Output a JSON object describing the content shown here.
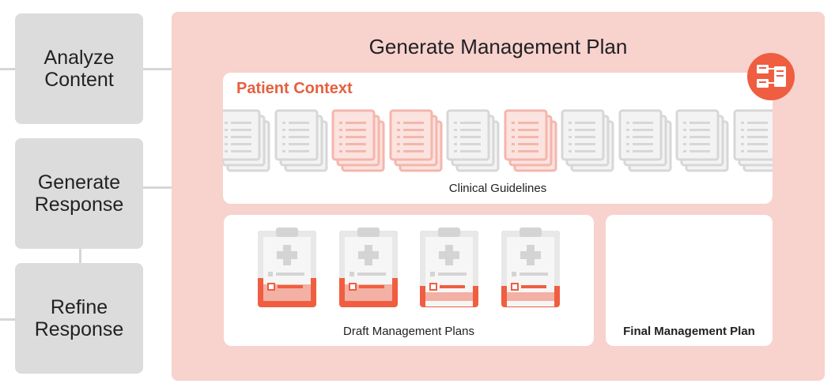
{
  "steps": {
    "analyze": "Analyze\nContent",
    "generate": "Generate\nResponse",
    "refine": "Refine\nResponse"
  },
  "main": {
    "title": "Generate Management Plan",
    "context_title": "Patient Context",
    "guidelines_caption": "Clinical Guidelines",
    "drafts_caption": "Draft Management Plans",
    "final_caption": "Final Management Plan"
  },
  "documents": {
    "count": 10,
    "highlighted_indices": [
      2,
      3,
      5
    ]
  },
  "drafts": {
    "count": 4
  },
  "colors": {
    "accent": "#ef5e40",
    "panel": "#f8d2cd",
    "step_box": "#dcdcdc",
    "doc_gray": "#d7d7d7",
    "doc_pink": "#f4b6ac"
  }
}
